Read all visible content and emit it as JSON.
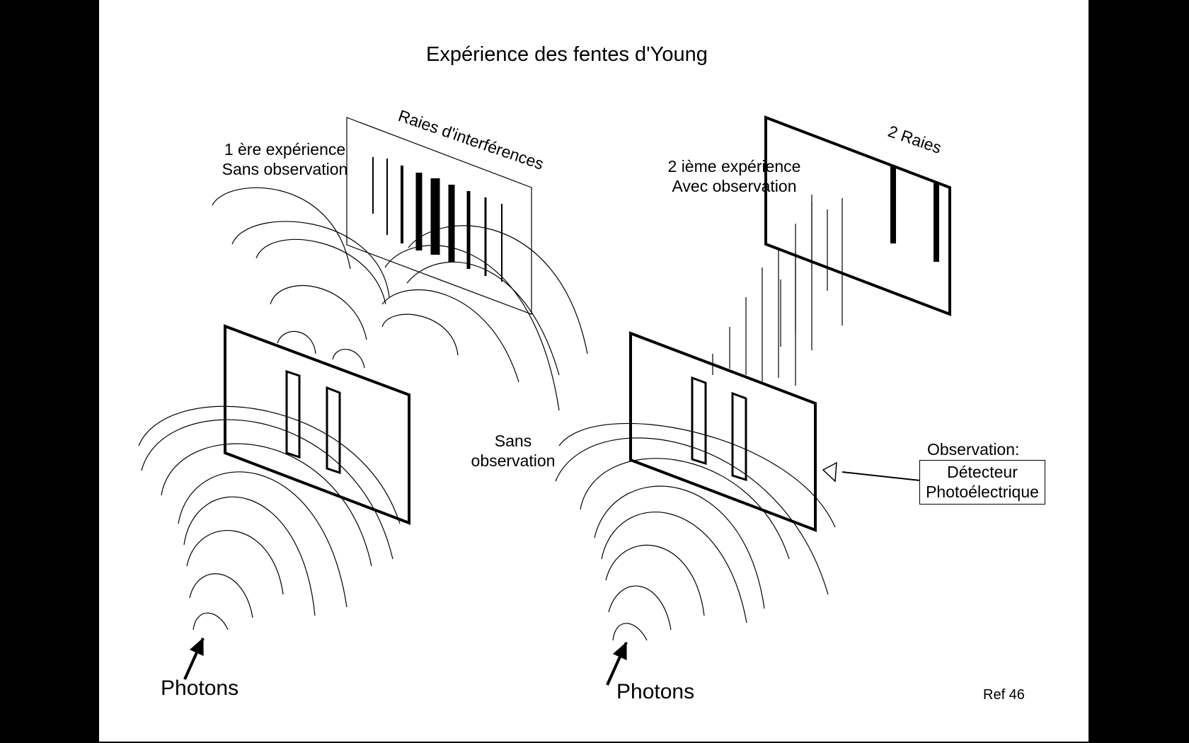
{
  "title": "Expérience des fentes d'Young",
  "left": {
    "exp_line1": "1 ère expérience",
    "exp_line2": "Sans observation",
    "screen_label": "Raies d'interférences",
    "slit_line1": "Sans",
    "slit_line2": "observation",
    "source_label": "Photons"
  },
  "right": {
    "exp_line1": "2 ième expérience",
    "exp_line2": "Avec observation",
    "screen_label": "2 Raies",
    "observation_label": "Observation:",
    "detector_line1": "Détecteur",
    "detector_line2": "Photoélectrique",
    "source_label": "Photons"
  },
  "ref": "Ref 46",
  "icons": {
    "source_arrow": "arrow-up-right-icon",
    "detector_arrow": "hollow-arrow-left-icon"
  },
  "colors": {
    "background": "#000000",
    "slide": "#ffffff",
    "ink": "#000000"
  }
}
